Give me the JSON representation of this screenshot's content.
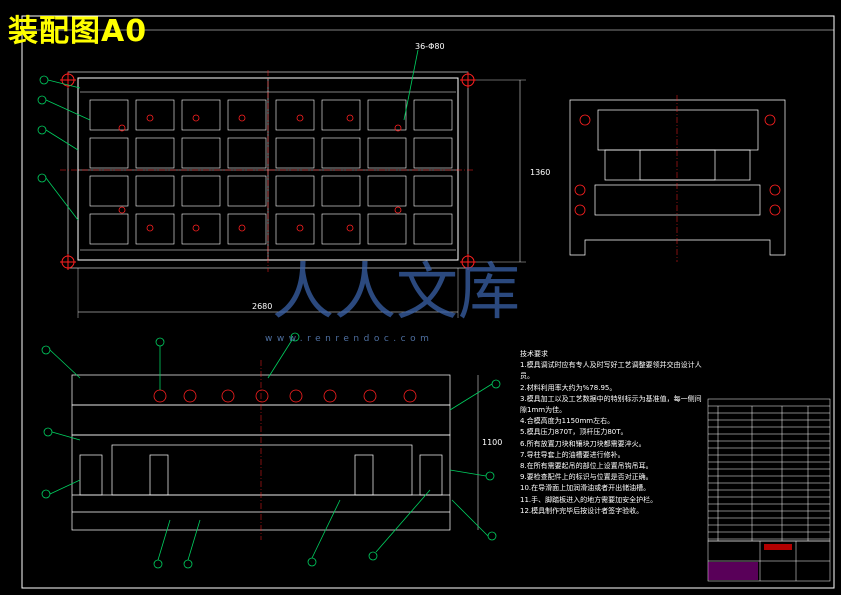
{
  "title": "装配图A0",
  "dimensions": {
    "top_bolt": "36-Φ80",
    "plan_height": "1360",
    "plan_width": "2680",
    "front_height": "1100"
  },
  "technical_notes": {
    "heading": "技术要求",
    "items": [
      "1.模具调试时应有专人及时写好工艺调整要领并交由设计人员。",
      "2.材料利用率大约为%78.95。",
      "3.模具加工以及工艺数据中的特别标示为基准值，每一侧间隙1mm为佳。",
      "4.合模高度为1150mm左右。",
      "5.模具压力870T，顶杆压力80T。",
      "6.所有放置刀块和镶块刀块都需要淬火。",
      "7.导柱导套上的油槽要进行修补。",
      "8.在所有需要起吊的部位上设置吊钩吊耳。",
      "9.要检查配件上的标识与位置是否对正确。",
      "10.在导滑面上加润滑油或者开出储油槽。",
      "11.手、脚踏板进入的地方需要加安全护栏。",
      "12.模具制作完毕后按设计者签字验收。"
    ]
  },
  "watermark": {
    "brand": "人人文库",
    "site": "www.renrendoc.com"
  },
  "colors": {
    "background": "#000000",
    "title": "#ffff00",
    "outline": "#ffffff",
    "parts": "#ffffff",
    "bolts": "#ff2020",
    "centerline": "#ff2020",
    "leader": "#00d060",
    "watermark": "#3a62a8",
    "table_line": "#ffffff",
    "title_block_accent": "#ff00ff"
  }
}
